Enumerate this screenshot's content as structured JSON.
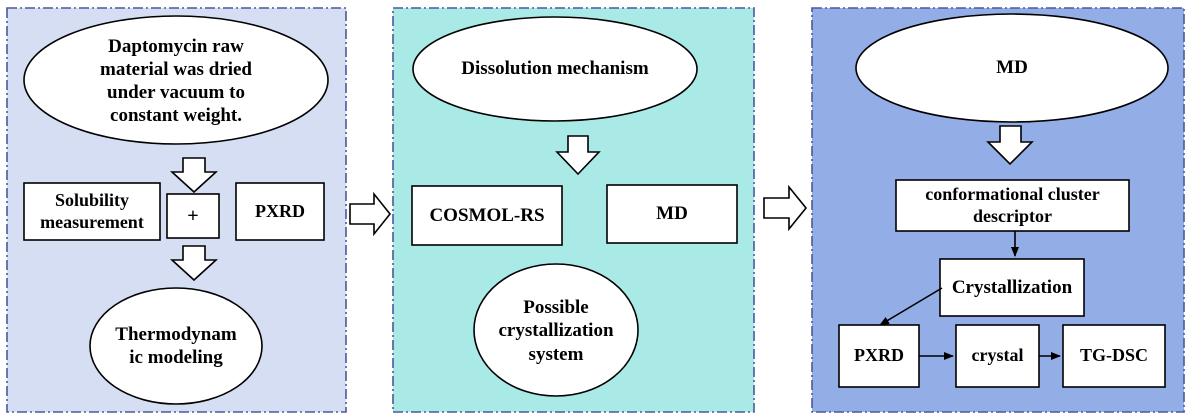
{
  "colors": {
    "panel1": "#d6def4",
    "panel2": "#a9eae6",
    "panel3": "#93ade6",
    "border": "#4a5a9a",
    "shape_fill": "#ffffff",
    "stroke": "#000000"
  },
  "panel1": {
    "start": "Daptomycin raw material was dried under vacuum to constant weight.",
    "solubility": "Solubility measurement",
    "plus": "+",
    "pxrd": "PXRD",
    "end": "Thermodynam ic modeling"
  },
  "panel2": {
    "top": "Dissolution mechanism",
    "cosmol": "COSMOL-RS",
    "md": "MD",
    "bottom": "Possible crystallization system"
  },
  "panel3": {
    "top": "MD",
    "descriptor": "conformational cluster descriptor",
    "crystallization": "Crystallization",
    "pxrd": "PXRD",
    "crystal": "crystal",
    "tgdsc": "TG-DSC"
  }
}
